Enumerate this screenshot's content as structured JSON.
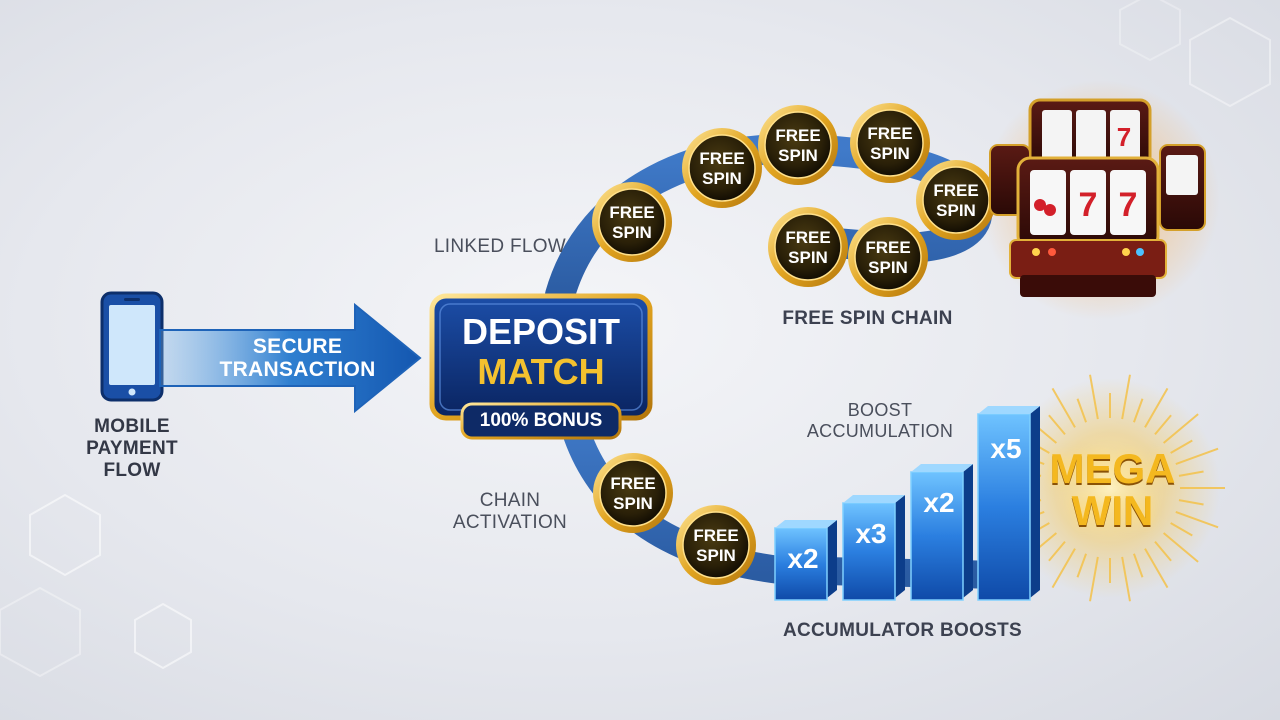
{
  "flow": {
    "mobile_label": [
      "MOBILE",
      "PAYMENT",
      "FLOW"
    ],
    "arrow_label": [
      "SECURE",
      "TRANSACTION"
    ],
    "deposit": {
      "title": [
        "DEPOSIT",
        "MATCH"
      ],
      "badge": "100% BONUS"
    },
    "linked_flow": "LINKED FLOW",
    "chain_activation": [
      "CHAIN",
      "ACTIVATION"
    ],
    "free_spin_chain": "FREE SPIN CHAIN",
    "coin_label": [
      "FREE",
      "SPIN"
    ],
    "boost_accumulation": [
      "BOOST",
      "ACCUMULATION"
    ],
    "accumulator_boosts": "ACCUMULATOR BOOSTS",
    "boosts": [
      "x2",
      "x3",
      "x2",
      "x5"
    ],
    "mega_win": [
      "MEGA",
      "WIN"
    ],
    "slot_reels": [
      "7",
      "7",
      "7"
    ]
  },
  "colors": {
    "accent_blue": "#1f5fb8",
    "gold": "#e8b02a",
    "navy": "#0e2a66",
    "burst": "#f4c24a"
  },
  "icons": [
    "phone-icon",
    "arrow-icon",
    "free-spin-coin-icon",
    "slot-machine-icon",
    "burst-icon"
  ]
}
